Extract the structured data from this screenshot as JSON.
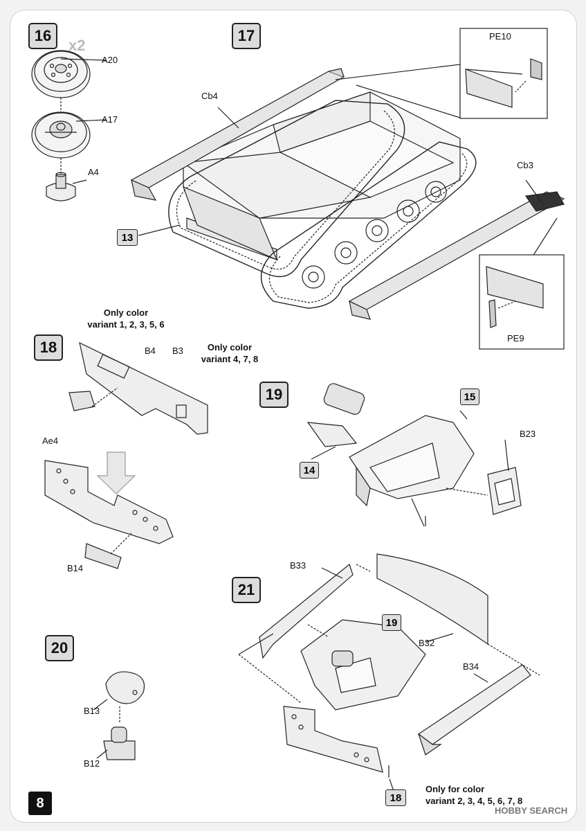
{
  "page": {
    "number": "8"
  },
  "steps": {
    "s16": "16",
    "s16_mult": "x2",
    "s17": "17",
    "s18": "18",
    "s19": "19",
    "s20": "20",
    "s21": "21"
  },
  "callouts": {
    "c13": "13",
    "c14": "14",
    "c15": "15",
    "c19": "19",
    "c18": "18"
  },
  "parts": {
    "A20": "A20",
    "A17": "A17",
    "A4": "A4",
    "Cb4": "Cb4",
    "Cb3": "Cb3",
    "PE10": "PE10",
    "PE9": "PE9",
    "B4": "B4",
    "B3": "B3",
    "Ae4": "Ae4",
    "B14": "B14",
    "B23": "B23",
    "B33": "B33",
    "B32": "B32",
    "B34": "B34",
    "B13": "B13",
    "B12": "B12"
  },
  "notes": {
    "variant_a_line1": "Only color",
    "variant_a_line2": "variant 1, 2, 3, 5, 6",
    "variant_b_line1": "Only color",
    "variant_b_line2": "variant 4, 7, 8",
    "variant_c_line1": "Only for color",
    "variant_c_line2": "variant 2, 3, 4, 5, 6, 7, 8"
  },
  "watermark": "HOBBY SEARCH",
  "colors": {
    "ink": "#222222",
    "step_fill": "#dcdcdc",
    "page_badge": "#111111"
  }
}
